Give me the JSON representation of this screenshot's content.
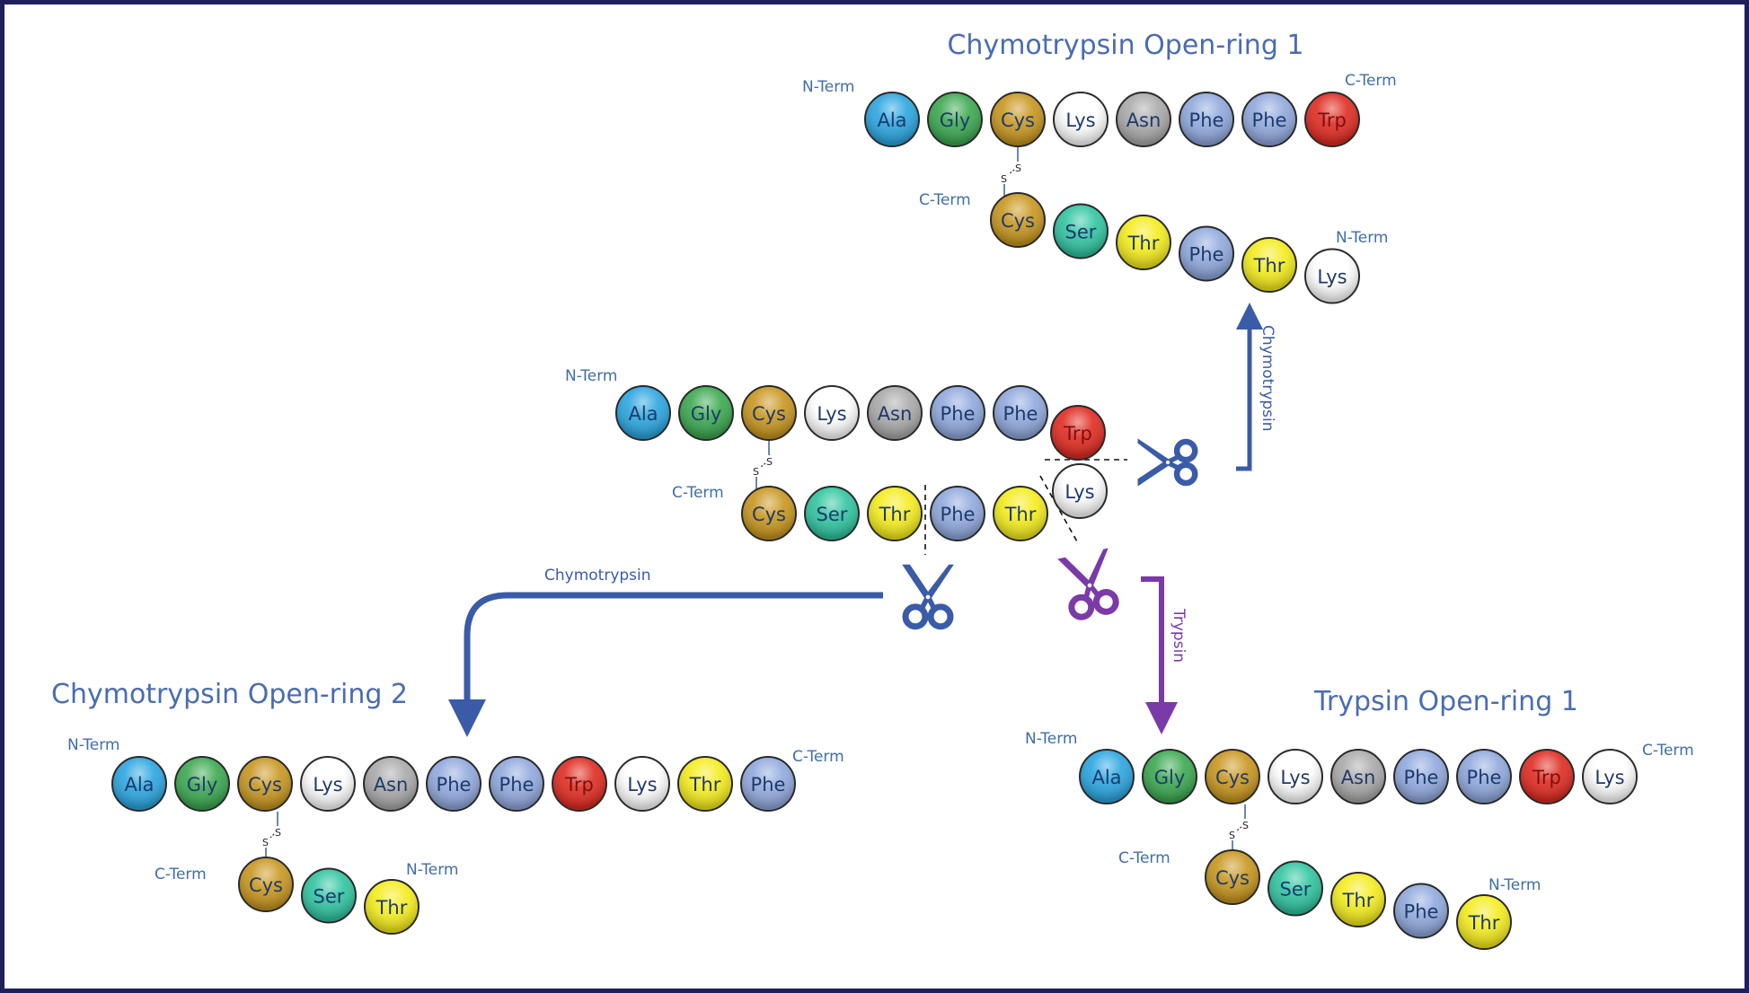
{
  "residue_colors": {
    "Ala": "#2aa5e0",
    "Gly": "#3aa84f",
    "Cys": "#c8961e",
    "Lys": "#ffffff",
    "Asn": "#a9a9a9",
    "Phe": "#8fa8dc",
    "Trp": "#e02a20",
    "Ser": "#2fc4a0",
    "Thr": "#f4ec1c"
  },
  "colors": {
    "chymotrypsin": "#3a5ba8",
    "trypsin": "#7a3aa8",
    "title": "#4a6cb0",
    "term": "#3f6ea8",
    "border": "#1f1f5c"
  },
  "structures": [
    {
      "id": "chymotrypsin-open-ring-1",
      "title": "Chymotrypsin Open-ring 1",
      "top_chain": {
        "start_label": "N-Term",
        "end_label": "C-Term",
        "residues": [
          "Ala",
          "Gly",
          "Cys",
          "Lys",
          "Asn",
          "Phe",
          "Phe",
          "Trp"
        ]
      },
      "bottom_chain": {
        "start_label": "C-Term",
        "end_label": "N-Term",
        "residues": [
          "Cys",
          "Ser",
          "Thr",
          "Phe",
          "Thr",
          "Lys"
        ]
      },
      "disulfide": [
        "S",
        "S"
      ]
    },
    {
      "id": "cyclic-peptide",
      "title": "",
      "top_chain": {
        "start_label": "N-Term",
        "end_label": "",
        "residues": [
          "Ala",
          "Gly",
          "Cys",
          "Lys",
          "Asn",
          "Phe",
          "Phe",
          "Trp"
        ]
      },
      "bottom_chain": {
        "start_label": "C-Term",
        "end_label": "",
        "residues": [
          "Cys",
          "Ser",
          "Thr",
          "Phe",
          "Thr",
          "Lys"
        ]
      },
      "disulfide": [
        "S",
        "S"
      ]
    },
    {
      "id": "chymotrypsin-open-ring-2",
      "title": "Chymotrypsin Open-ring 2",
      "top_chain": {
        "start_label": "N-Term",
        "end_label": "C-Term",
        "residues": [
          "Ala",
          "Gly",
          "Cys",
          "Lys",
          "Asn",
          "Phe",
          "Phe",
          "Trp",
          "Lys",
          "Thr",
          "Phe"
        ]
      },
      "bottom_chain": {
        "start_label": "C-Term",
        "end_label": "N-Term",
        "residues": [
          "Cys",
          "Ser",
          "Thr"
        ]
      },
      "disulfide": [
        "S",
        "S"
      ]
    },
    {
      "id": "trypsin-open-ring-1",
      "title": "Trypsin Open-ring 1",
      "top_chain": {
        "start_label": "N-Term",
        "end_label": "C-Term",
        "residues": [
          "Ala",
          "Gly",
          "Cys",
          "Lys",
          "Asn",
          "Phe",
          "Phe",
          "Trp",
          "Lys"
        ]
      },
      "bottom_chain": {
        "start_label": "C-Term",
        "end_label": "N-Term",
        "residues": [
          "Cys",
          "Ser",
          "Thr",
          "Phe",
          "Thr"
        ]
      },
      "disulfide": [
        "S",
        "S"
      ]
    }
  ],
  "enzymes": {
    "right_arrow_label": "Chymotrypsin",
    "left_arrow_label": "Chymotrypsin",
    "trypsin_arrow_label": "Trypsin"
  }
}
